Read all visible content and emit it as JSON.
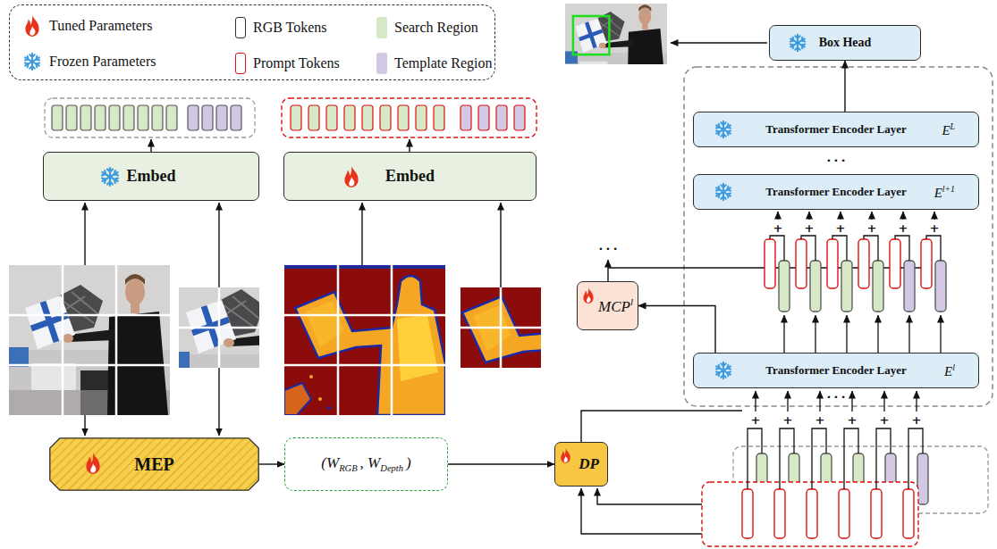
{
  "diagram": {
    "nodes": [
      {
        "text": [
          "Embed"
        ]
      },
      {
        "text": [
          "Embed"
        ]
      },
      {
        "text": [
          "Box Head"
        ]
      },
      {
        "text": [
          "Transformer Encoder Layer",
          "E",
          "L"
        ]
      },
      {
        "text": [
          "Transformer Encoder Layer",
          "E",
          "l+1"
        ]
      },
      {
        "text": [
          "MCP",
          "l"
        ]
      },
      {
        "text": [
          "Transformer Encoder Layer",
          "E",
          "l"
        ]
      },
      {
        "text": [
          "MEP"
        ]
      },
      {
        "text": [
          "(W",
          "RGB",
          ", W",
          "Depth",
          ")"
        ]
      },
      {
        "text": [
          "DP"
        ]
      }
    ],
    "edges": [
      {
        "from": 7,
        "to": 8,
        "arrow": "to"
      },
      {
        "from": 8,
        "to": 9,
        "arrow": "to"
      },
      {
        "from": 6,
        "to": 5,
        "arrow": "to"
      },
      {
        "from": 3,
        "to": 2,
        "arrow": "to"
      }
    ],
    "labels": [
      "• • •",
      "• • •",
      "+",
      "+",
      "+",
      "+",
      "+",
      "+",
      "• • •",
      "+",
      "+",
      "+",
      "+",
      "+",
      "+"
    ],
    "legend": [
      {
        "text": "Tuned Parameters"
      },
      {
        "text": "Frozen Parameters"
      },
      {
        "text": "RGB Tokens"
      },
      {
        "text": "Prompt Tokens"
      },
      {
        "text": "Search Region",
        "color": "#d6e8c6"
      },
      {
        "text": "Template Region",
        "color": "#d3c8e3"
      }
    ]
  }
}
